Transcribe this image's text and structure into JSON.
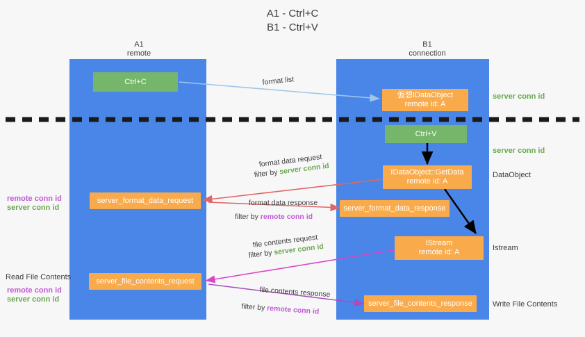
{
  "title": {
    "line1": "A1 - Ctrl+C",
    "line2": "B1 - Ctrl+V"
  },
  "lanes": [
    {
      "id": "a1",
      "title": "A1",
      "subtitle": "remote"
    },
    {
      "id": "b1",
      "title": "B1",
      "subtitle": "connection"
    }
  ],
  "nodes": {
    "ctrl_c": {
      "line1": "Ctrl+C",
      "line2": ""
    },
    "idataobject": {
      "line1": "仮想IDataObject",
      "line2": "remote id: A"
    },
    "ctrl_v": {
      "line1": "Ctrl+V",
      "line2": ""
    },
    "getdata": {
      "line1": "IDataObject::GetData",
      "line2": "remote id: A"
    },
    "istream": {
      "line1": "IStream",
      "line2": "remote id: A"
    },
    "fmt_req": {
      "line1": "server_format_data_request",
      "line2": ""
    },
    "fmt_resp": {
      "line1": "server_format_data_response",
      "line2": ""
    },
    "file_req": {
      "line1": "server_file_contents_request",
      "line2": ""
    },
    "file_resp": {
      "line1": "server_file_contents_response",
      "line2": ""
    }
  },
  "edge_labels": {
    "format_list": "format list",
    "format_data_request": "format data request",
    "format_data_request_filter_prefix": "filter by ",
    "format_data_request_filter_value": "server conn id",
    "format_data_response": "format data response",
    "format_data_response_filter_prefix": "filter by ",
    "format_data_response_filter_value": "remote conn id",
    "file_contents_request": "file contents request",
    "file_contents_request_filter_prefix": "filter by ",
    "file_contents_request_filter_value": "server conn id",
    "file_contents_response": "file contents response",
    "file_contents_response_filter_prefix": "filter by ",
    "file_contents_response_filter_value": "remote conn id"
  },
  "right_labels": {
    "server_conn_id_1": "server conn id",
    "server_conn_id_2": "server conn id",
    "dataobject": "DataObject",
    "istream": "Istream",
    "write_file_contents": "Write File Contents"
  },
  "left_labels": {
    "remote_conn_id_1": "remote conn id",
    "server_conn_id_1": "server conn id",
    "read_file_contents": "Read File Contents",
    "remote_conn_id_2": "remote conn id",
    "server_conn_id_2": "server conn id"
  },
  "colors": {
    "lane": "#4a86e8",
    "green_node": "#76b66a",
    "orange_node": "#f9ab4c",
    "green_text": "#6aa84f",
    "magenta_text": "#c05bd6",
    "blue_arrow": "#9fc5e8",
    "red_arrow": "#e06666",
    "magenta_arrow": "#d946c8",
    "purple_arrow": "#a64dbf",
    "black_arrow": "#000000",
    "divider": "#1a1a1a",
    "background": "#f7f7f7"
  }
}
